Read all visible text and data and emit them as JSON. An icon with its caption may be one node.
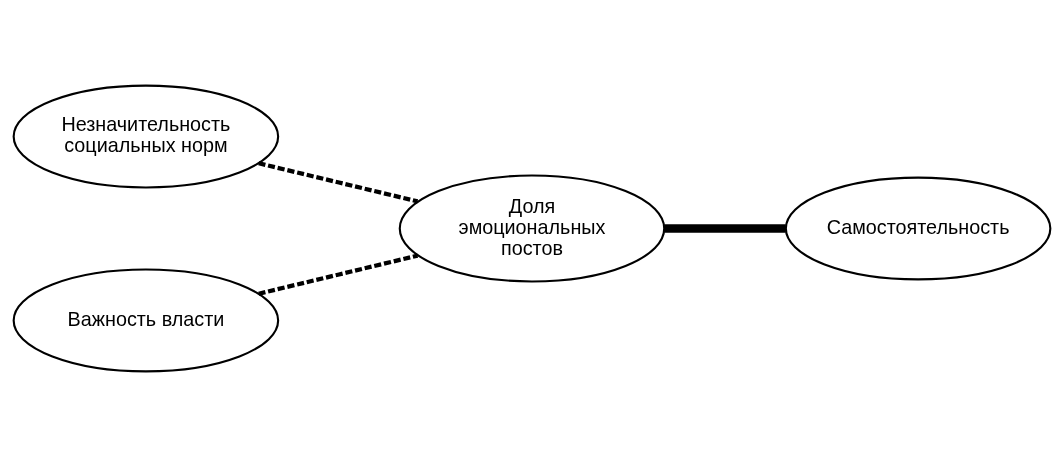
{
  "diagram": {
    "nodes": [
      {
        "text": [
          "Незначительность социальных норм"
        ]
      },
      {
        "text": [
          "Самостоятельность"
        ]
      },
      {
        "text": [
          "Доля эмоциональных постов"
        ]
      },
      {
        "text": [
          "Важность власти"
        ]
      }
    ],
    "edges": [
      {
        "from": 0,
        "to": 2,
        "arrow": "none",
        "style": "dashed"
      },
      {
        "from": 2,
        "to": 1,
        "arrow": "none",
        "style": "thick"
      },
      {
        "from": 3,
        "to": 2,
        "arrow": "none",
        "style": "dashed"
      }
    ]
  }
}
